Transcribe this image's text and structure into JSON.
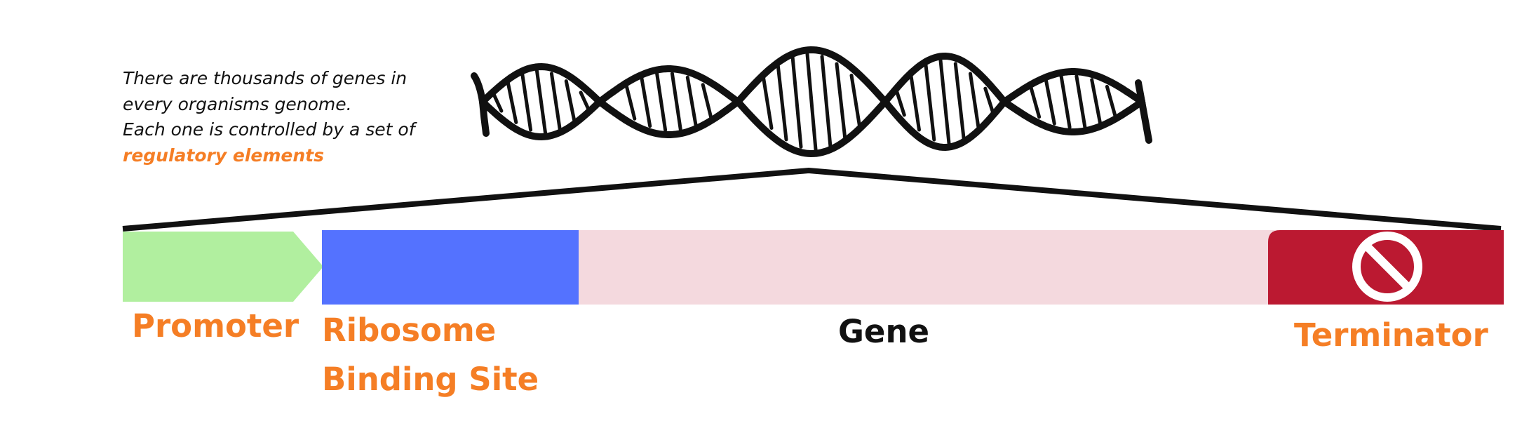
{
  "intro": {
    "line1": "There are thousands of genes in",
    "line2": "every organisms genome.",
    "line3": "Each one is controlled by a set of",
    "highlight": "regulatory elements"
  },
  "elements": {
    "promoter": {
      "label": "Promoter",
      "color": "#b1ef9f"
    },
    "rbs": {
      "label_line1": "Ribosome",
      "label_line2": "Binding Site",
      "color": "#5472ff"
    },
    "gene": {
      "label": "Gene",
      "color": "#f4d9de"
    },
    "terminator": {
      "label": "Terminator",
      "color": "#bb1931",
      "icon": "no-entry-icon"
    }
  },
  "colors": {
    "label_accent": "#f57e25",
    "dna": "#111111"
  },
  "icons": {
    "dna": "dna-helix-icon"
  }
}
